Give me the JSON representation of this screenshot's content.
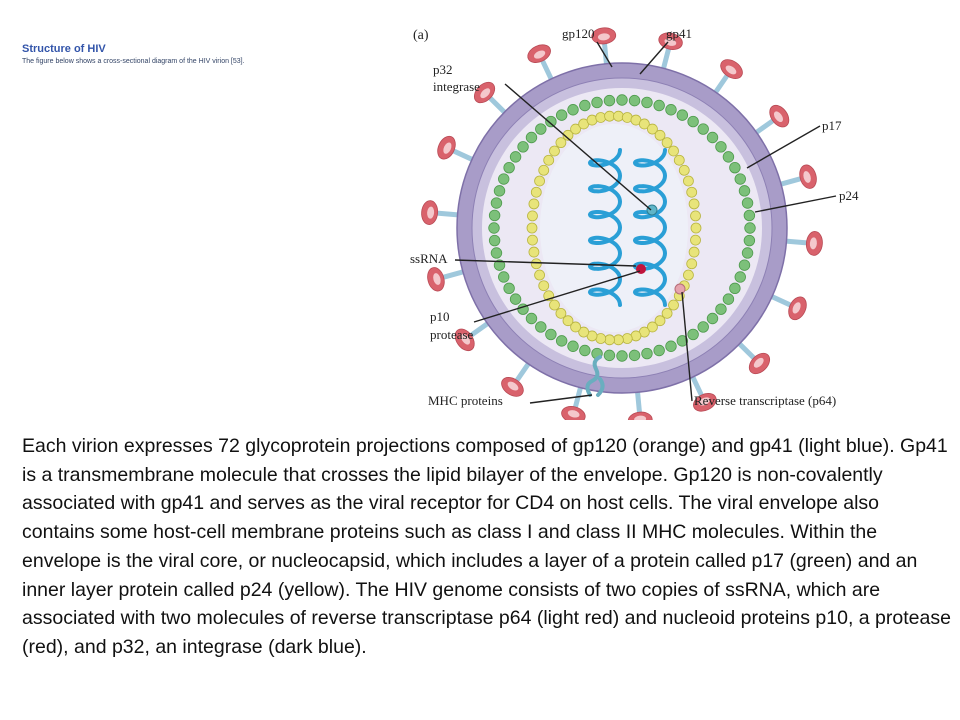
{
  "header": {
    "title": "Structure  of HIV",
    "subtitle": "The figure below  shows a cross-sectional  diagram of the  HIV virion [53]."
  },
  "figure": {
    "panel_label": "(a)",
    "labels": {
      "gp120": "gp120",
      "gp41": "gp41",
      "p32": "p32",
      "integrase": "integrase",
      "p17": "p17",
      "p24": "p24",
      "ssRNA": "ssRNA",
      "p10": "p10",
      "protease": "protease",
      "mhc": "MHC proteins",
      "rt": "Reverse transcriptase (p64)"
    },
    "colors": {
      "envelope": "#a89cc8",
      "envelope_inner": "#c8c0de",
      "interior": "#ece8f4",
      "gp120": "#d9626c",
      "gp41": "#9fc8dc",
      "p17": "#7cc07a",
      "p24": "#e8e47a",
      "rna": "#2a9fd6",
      "protease": "#c0143c",
      "rt": "#e6a4ae",
      "integrase": "#5fb5c8"
    }
  },
  "body": {
    "text": "Each virion expresses 72 glycoprotein projections composed of gp120 (orange) and gp41 (light blue). Gp41 is a transmembrane molecule that crosses the lipid bilayer of the envelope. Gp120 is non-covalently associated with gp41 and serves as the viral receptor for CD4 on host cells. The viral envelope also contains some host-cell membrane proteins such as class I and class II MHC molecules. Within the envelope is the viral core, or nucleocapsid, which includes a layer of a protein called p17 (green) and an inner layer protein called p24 (yellow). The HIV genome consists of two copies of ssRNA, which are associated with two molecules of reverse transcriptase p64 (light red) and nucleoid proteins p10, a protease (red), and p32, an integrase (dark blue)."
  }
}
